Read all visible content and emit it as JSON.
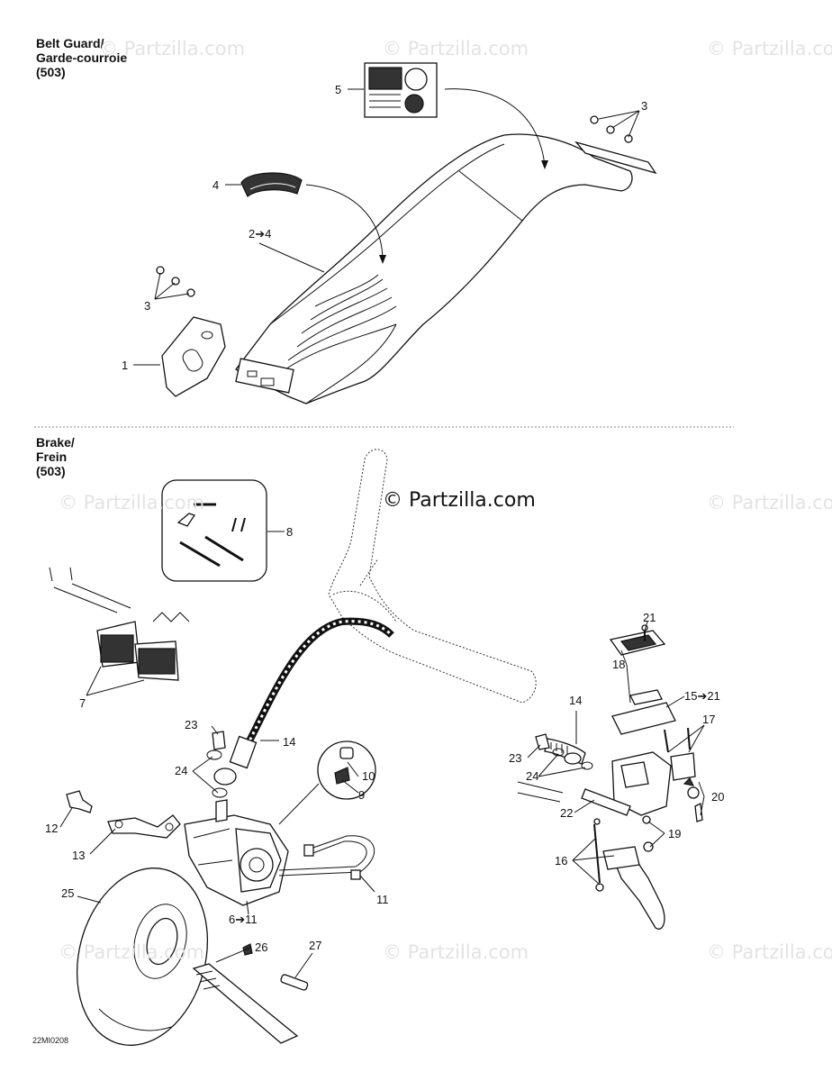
{
  "sections": {
    "belt_guard": {
      "title_en": "Belt Guard/",
      "title_fr": "Garde-courroie",
      "code": "(503)"
    },
    "brake": {
      "title_en": "Brake/",
      "title_fr": "Frein",
      "code": "(503)"
    }
  },
  "watermark": "© Partzilla.com",
  "diagram_code": "22MI0208",
  "callouts": {
    "bg_5": "5",
    "bg_3a": "3",
    "bg_4": "4",
    "bg_2to4": "2➔4",
    "bg_3b": "3",
    "bg_1": "1",
    "br_8": "8",
    "br_21": "21",
    "br_18": "18",
    "br_15to21": "15➔21",
    "br_14a": "14",
    "br_17": "17",
    "br_7": "7",
    "br_23a": "23",
    "br_14b": "14",
    "br_24a": "24",
    "br_10": "10",
    "br_9": "9",
    "br_23b": "23",
    "br_24b": "24",
    "br_20": "20",
    "br_22": "22",
    "br_19": "19",
    "br_12": "12",
    "br_13": "13",
    "br_16": "16",
    "br_25": "25",
    "br_6to11": "6➔11",
    "br_11": "11",
    "br_26": "26",
    "br_27": "27"
  }
}
